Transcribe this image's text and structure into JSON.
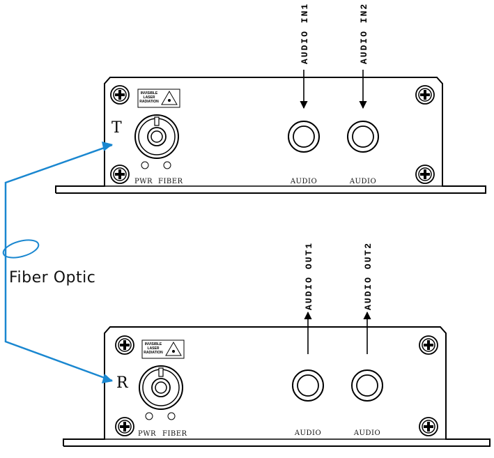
{
  "transmitter": {
    "mark": "T",
    "warning_lines": [
      "INVISIBLE",
      "LASER",
      "RADIATION"
    ],
    "pwr_label": "PWR",
    "fiber_label": "FIBER",
    "audio_label_1": "AUDIO",
    "audio_label_2": "AUDIO",
    "input_1": "AUDIO IN1",
    "input_2": "AUDIO IN2"
  },
  "receiver": {
    "mark": "R",
    "warning_lines": [
      "INVISIBLE",
      "LASER",
      "RADIATION"
    ],
    "pwr_label": "PWR",
    "fiber_label": "FIBER",
    "audio_label_1": "AUDIO",
    "audio_label_2": "AUDIO",
    "output_1": "AUDIO OUT1",
    "output_2": "AUDIO OUT2"
  },
  "cable": {
    "label": "Fiber Optic",
    "color": "#1a87d0"
  },
  "colors": {
    "line": "#000000",
    "cable": "#1a87d0"
  }
}
